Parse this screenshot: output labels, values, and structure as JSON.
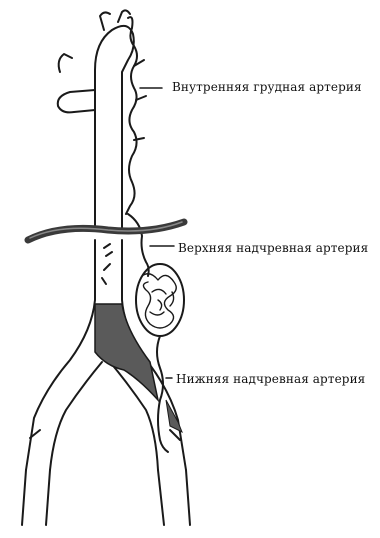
{
  "labels": {
    "internal_thoracic": "Внутренняя грудная артерия",
    "superior_epigastric": "Верхняя надчревная артерия",
    "inferior_epigastric": "Нижняя надчревная артерия"
  },
  "colors": {
    "ink": "#1a1a1a",
    "occlusion_fill": "#5a5a5a",
    "diaphragm": "#3a3a3a",
    "background": "#ffffff"
  }
}
